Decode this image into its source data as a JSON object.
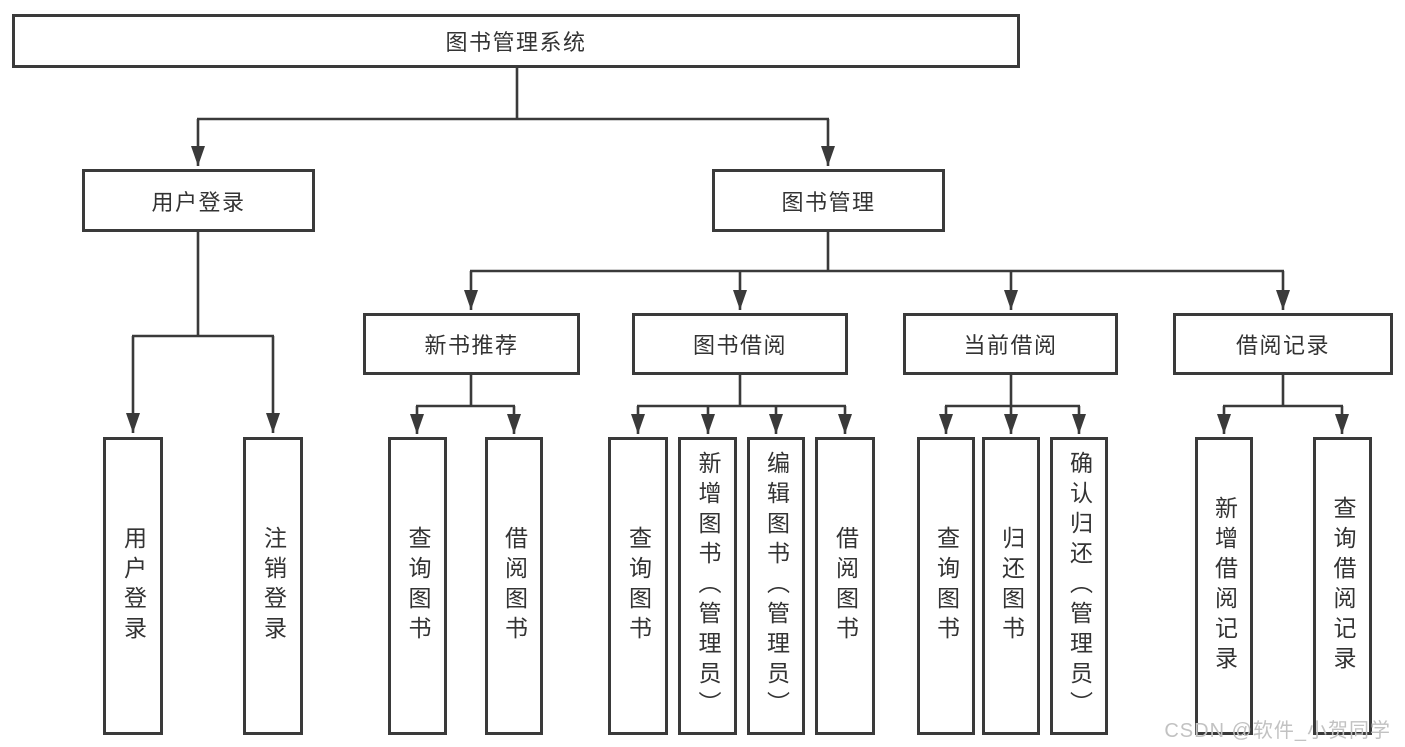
{
  "diagram": {
    "root": "图书管理系统",
    "branches": {
      "user_login": "用户登录",
      "book_management": "图书管理"
    },
    "modules": {
      "new_book_recommend": "新书推荐",
      "book_borrowing": "图书借阅",
      "current_borrowing": "当前借阅",
      "borrowing_records": "借阅记录"
    },
    "leaves": {
      "user_login": "用户登录",
      "logout": "注销登录",
      "query_book_recommend": "查询图书",
      "borrow_book_recommend": "借阅图书",
      "query_book_borrowing": "查询图书",
      "add_book_admin": "新增图书（管理员）",
      "edit_book_admin": "编辑图书（管理员）",
      "borrow_book_borrowing": "借阅图书",
      "query_book_current": "查询图书",
      "return_book": "归还图书",
      "confirm_return_admin": "确认归还（管理员）",
      "add_borrow_record": "新增借阅记录",
      "query_borrow_record": "查询借阅记录"
    }
  },
  "watermark": "CSDN @软件_小贺同学",
  "colors": {
    "line": "#3a3a3a",
    "text": "#333333",
    "watermark": "#c2c2c2"
  }
}
